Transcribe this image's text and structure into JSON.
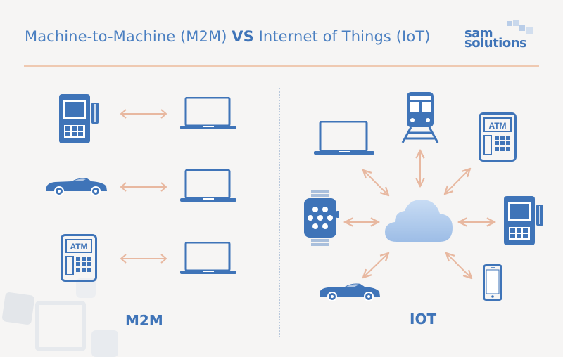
{
  "header": {
    "title_part1": "Machine-to-Machine (M2M) ",
    "title_vs": "VS",
    "title_part2": " Internet of Things (IoT)"
  },
  "logo": {
    "line1": "sam",
    "line2": "solutions"
  },
  "m2m": {
    "label": "M2M",
    "pairs": [
      {
        "device": "payment-terminal",
        "target": "laptop"
      },
      {
        "device": "car",
        "target": "laptop"
      },
      {
        "device": "atm",
        "target": "laptop"
      }
    ],
    "atm_text": "ATM"
  },
  "iot": {
    "label": "IOT",
    "hub": "cloud",
    "devices": [
      "laptop",
      "train",
      "atm",
      "smartwatch",
      "payment-terminal",
      "car",
      "smartphone"
    ],
    "atm_text": "ATM"
  },
  "colors": {
    "primary": "#3f74b8",
    "arrow": "#e8b8a0",
    "cloud": "#a9c6ea",
    "rule": "#efc9b1"
  }
}
